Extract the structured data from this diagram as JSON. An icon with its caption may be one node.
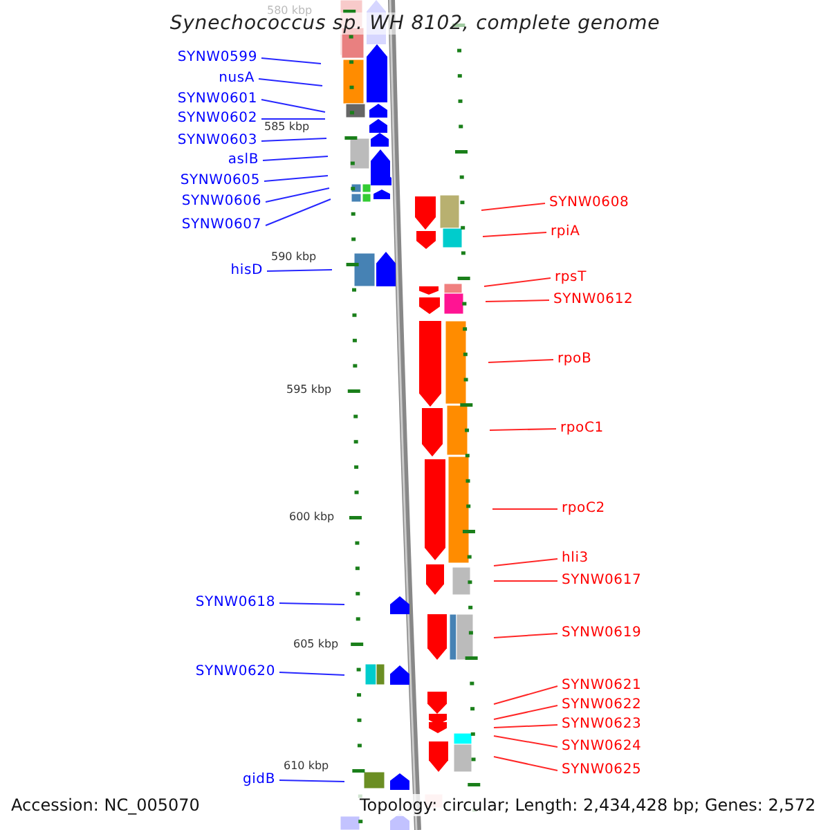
{
  "diagram": {
    "title": "Synechococcus sp. WH 8102, complete genome",
    "nodes": [
      {
        "text": [
          "SYNW0599"
        ]
      },
      {
        "text": [
          "nusA"
        ]
      },
      {
        "text": [
          "SYNW0601"
        ]
      },
      {
        "text": [
          "SYNW0602"
        ]
      },
      {
        "text": [
          "SYNW0603"
        ]
      },
      {
        "text": [
          "aslB"
        ]
      },
      {
        "text": [
          "SYNW0605"
        ]
      },
      {
        "text": [
          "SYNW0606"
        ]
      },
      {
        "text": [
          "SYNW0607"
        ]
      },
      {
        "text": [
          "hisD"
        ]
      },
      {
        "text": [
          "SYNW0618"
        ]
      },
      {
        "text": [
          "SYNW0620"
        ]
      },
      {
        "text": [
          "gidB"
        ]
      },
      {
        "text": [
          "SYNW0608"
        ]
      },
      {
        "text": [
          "rpiA"
        ]
      },
      {
        "text": [
          "rpsT"
        ]
      },
      {
        "text": [
          "SYNW0612"
        ]
      },
      {
        "text": [
          "rpoB"
        ]
      },
      {
        "text": [
          "rpoC1"
        ]
      },
      {
        "text": [
          "rpoC2"
        ]
      },
      {
        "text": [
          "hli3"
        ]
      },
      {
        "text": [
          "SYNW0617"
        ]
      },
      {
        "text": [
          "SYNW0619"
        ]
      },
      {
        "text": [
          "SYNW0621"
        ]
      },
      {
        "text": [
          "SYNW0622"
        ]
      },
      {
        "text": [
          "SYNW0623"
        ]
      },
      {
        "text": [
          "SYNW0624"
        ]
      },
      {
        "text": [
          "SYNW0625"
        ]
      }
    ],
    "edges": [
      {
        "from": 0,
        "to": null,
        "arrow": "none",
        "color": "#0000ff"
      },
      {
        "from": 1,
        "to": null,
        "arrow": "none",
        "color": "#0000ff"
      },
      {
        "from": 2,
        "to": null,
        "arrow": "none",
        "color": "#0000ff"
      },
      {
        "from": 3,
        "to": null,
        "arrow": "none",
        "color": "#0000ff"
      },
      {
        "from": 4,
        "to": null,
        "arrow": "none",
        "color": "#0000ff"
      },
      {
        "from": 5,
        "to": null,
        "arrow": "none",
        "color": "#0000ff"
      },
      {
        "from": 6,
        "to": null,
        "arrow": "none",
        "color": "#0000ff"
      },
      {
        "from": 7,
        "to": null,
        "arrow": "none",
        "color": "#0000ff"
      },
      {
        "from": 8,
        "to": null,
        "arrow": "none",
        "color": "#0000ff"
      },
      {
        "from": 9,
        "to": null,
        "arrow": "none",
        "color": "#0000ff"
      },
      {
        "from": 10,
        "to": null,
        "arrow": "none",
        "color": "#0000ff"
      },
      {
        "from": 11,
        "to": null,
        "arrow": "none",
        "color": "#0000ff"
      },
      {
        "from": 12,
        "to": null,
        "arrow": "none",
        "color": "#0000ff"
      },
      {
        "from": 13,
        "to": null,
        "arrow": "none",
        "color": "#ff0000"
      },
      {
        "from": 14,
        "to": null,
        "arrow": "none",
        "color": "#ff0000"
      },
      {
        "from": 15,
        "to": null,
        "arrow": "none",
        "color": "#ff0000"
      },
      {
        "from": 16,
        "to": null,
        "arrow": "none",
        "color": "#ff0000"
      },
      {
        "from": 17,
        "to": null,
        "arrow": "none",
        "color": "#ff0000"
      },
      {
        "from": 18,
        "to": null,
        "arrow": "none",
        "color": "#ff0000"
      },
      {
        "from": 19,
        "to": null,
        "arrow": "none",
        "color": "#ff0000"
      },
      {
        "from": 20,
        "to": null,
        "arrow": "none",
        "color": "#ff0000"
      },
      {
        "from": 21,
        "to": null,
        "arrow": "none",
        "color": "#ff0000"
      },
      {
        "from": 22,
        "to": null,
        "arrow": "none",
        "color": "#ff0000"
      },
      {
        "from": 23,
        "to": null,
        "arrow": "none",
        "color": "#ff0000"
      },
      {
        "from": 24,
        "to": null,
        "arrow": "none",
        "color": "#ff0000"
      },
      {
        "from": 25,
        "to": null,
        "arrow": "none",
        "color": "#ff0000"
      },
      {
        "from": 26,
        "to": null,
        "arrow": "none",
        "color": "#ff0000"
      },
      {
        "from": 27,
        "to": null,
        "arrow": "none",
        "color": "#ff0000"
      }
    ],
    "labels": [
      "580 kbp",
      "585 kbp",
      "590 kbp",
      "595 kbp",
      "600 kbp",
      "605 kbp",
      "610 kbp",
      "Accession: NC_005070",
      "Topology: circular; Length: 2,434,428 bp; Genes: 2,572"
    ]
  }
}
